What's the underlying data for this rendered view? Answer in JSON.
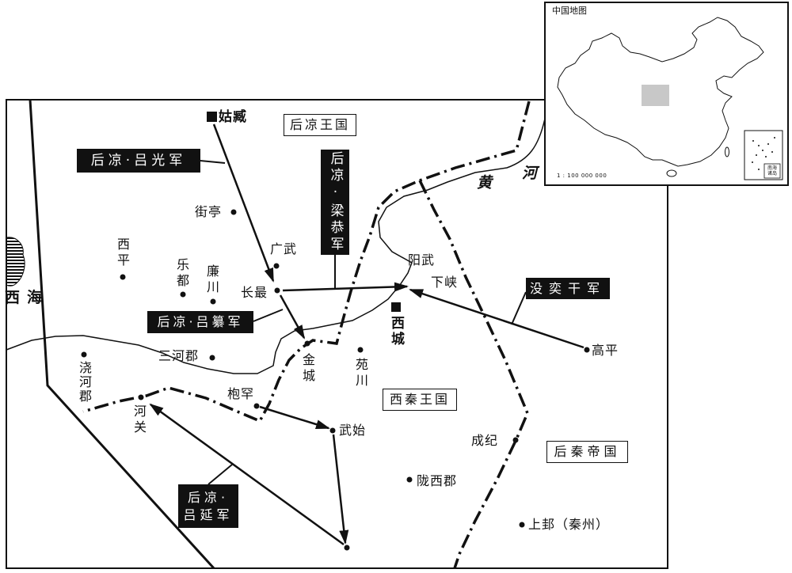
{
  "inset": {
    "title": "中国地图",
    "scale": "1 : 100 000 000",
    "south_sea_label": "南海诸岛"
  },
  "regions": {
    "houliang": "后凉王国",
    "xiqin": "西秦王国",
    "houqin": "后秦帝国"
  },
  "armies": {
    "lvguang": "后凉·吕光军",
    "lianggong": "后凉·梁恭军",
    "lvzuan": "后凉·吕纂军",
    "moyigan": "没奕干军",
    "lvyan_line1": "后凉·",
    "lvyan_line2": "吕延军"
  },
  "capitals": {
    "guzang": "姑臧",
    "xicheng": "西城"
  },
  "places": {
    "jieting": "街亭",
    "xiping": "西平",
    "ledu": "乐都",
    "lianchuan": "廉川",
    "guangwu": "广武",
    "changzui": "长最",
    "yangwu": "阳武",
    "xiaxia": "下峡",
    "gaoping": "高平",
    "jincheng": "金城",
    "yuanchuan": "苑川",
    "sanhejun": "三河郡",
    "jiaohejun": "浇河郡",
    "heguan": "河关",
    "baohan": "枹罕",
    "wushi": "武始",
    "chengji": "成纪",
    "longxijun": "陇西郡",
    "shanggui": "上邽（秦州）"
  },
  "features": {
    "huang": "黄",
    "he": "河",
    "xi": "西",
    "hai": "海"
  },
  "colors": {
    "ink": "#111111",
    "inset_highlight": "#c8c8c8"
  }
}
